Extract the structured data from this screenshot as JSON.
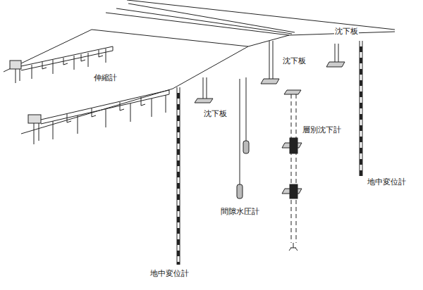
{
  "diagram": {
    "labels": [
      "沈下板",
      "沈下板",
      "伸縮計",
      "沈下板",
      "層別沈下計",
      "地中変位計",
      "間隙水圧計",
      "地中変位計"
    ]
  }
}
